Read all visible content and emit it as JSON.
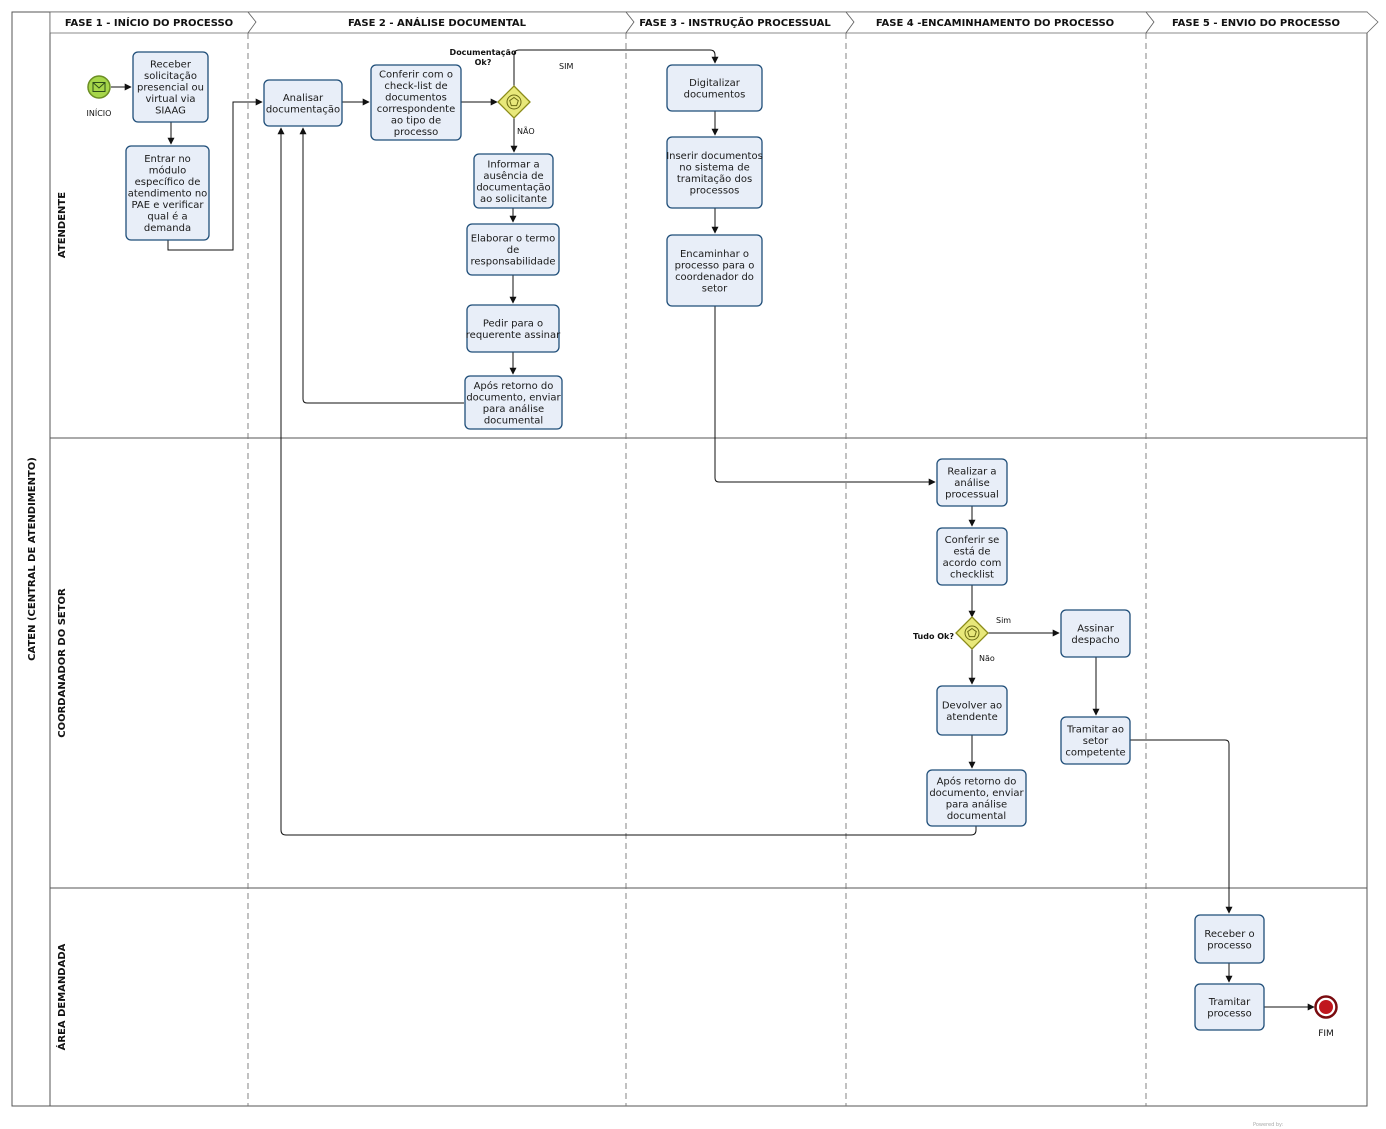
{
  "pool": {
    "title": "CATEN (CENTRAL DE ATENDIMENTO)"
  },
  "lanes": [
    {
      "id": "atendente",
      "title": "ATENDENTE"
    },
    {
      "id": "coordenador",
      "title": "COORDANADOR DO SETOR"
    },
    {
      "id": "area",
      "title": "ÁREA DEMANDADA"
    }
  ],
  "phases": [
    "FASE 1 - INÍCIO DO PROCESSO",
    "FASE 2 - ANÁLISE DOCUMENTAL",
    "FASE 3 - INSTRUÇÃO PROCESSUAL",
    "FASE 4 -ENCAMINHAMENTO DO PROCESSO",
    "FASE 5 - ENVIO DO PROCESSO"
  ],
  "events": {
    "start": {
      "label": "INÍCIO",
      "color": "#a6d64a",
      "icon": "envelope-icon"
    },
    "end": {
      "label": "FIM",
      "color": "#c0171e"
    }
  },
  "tasks": [
    {
      "id": "t1",
      "lines": [
        "Receber",
        "solicitação",
        "presencial ou",
        "virtual via",
        "SIAAG"
      ]
    },
    {
      "id": "t2",
      "lines": [
        "Entrar no",
        "módulo",
        "específico de",
        "atendimento no",
        "PAE e verificar",
        "qual é a",
        "demanda"
      ]
    },
    {
      "id": "t3",
      "lines": [
        "Analisar",
        "documentação"
      ]
    },
    {
      "id": "t4",
      "lines": [
        "Conferir com o",
        "check-list de",
        "documentos",
        "correspondente",
        "ao tipo de",
        "processo"
      ]
    },
    {
      "id": "t5",
      "lines": [
        "Informar a",
        "ausência de",
        "documentação",
        "ao solicitante"
      ]
    },
    {
      "id": "t6",
      "lines": [
        "Elaborar o termo",
        "de",
        "responsabilidade"
      ]
    },
    {
      "id": "t7",
      "lines": [
        "Pedir para o",
        "requerente assinar"
      ]
    },
    {
      "id": "t8",
      "lines": [
        "Após retorno do",
        "documento, enviar",
        "para análise",
        "documental"
      ]
    },
    {
      "id": "t9",
      "lines": [
        "Digitalizar",
        "documentos"
      ]
    },
    {
      "id": "t10",
      "lines": [
        "Inserir documentos",
        "no sistema de",
        "tramitação dos",
        "processos"
      ]
    },
    {
      "id": "t11",
      "lines": [
        "Encaminhar o",
        "processo para o",
        "coordenador do",
        "setor"
      ]
    },
    {
      "id": "t12",
      "lines": [
        "Realizar a",
        "análise",
        "processual"
      ]
    },
    {
      "id": "t13",
      "lines": [
        "Conferir se",
        "está de",
        "acordo com",
        "checklist"
      ]
    },
    {
      "id": "t14",
      "lines": [
        "Assinar",
        "despacho"
      ]
    },
    {
      "id": "t15",
      "lines": [
        "Devolver ao",
        "atendente"
      ]
    },
    {
      "id": "t16",
      "lines": [
        "Tramitar ao",
        "setor",
        "competente"
      ]
    },
    {
      "id": "t17",
      "lines": [
        "Após retorno do",
        "documento, enviar",
        "para análise",
        "documental"
      ]
    },
    {
      "id": "t18",
      "lines": [
        "Receber o",
        "processo"
      ]
    },
    {
      "id": "t19",
      "lines": [
        "Tramitar",
        "processo"
      ]
    }
  ],
  "gateways": [
    {
      "id": "g1",
      "lines": [
        "Documentação",
        "Ok?"
      ],
      "color": "#e8e87a"
    },
    {
      "id": "g2",
      "lines": [
        "Tudo Ok?"
      ],
      "color": "#e8e87a"
    }
  ],
  "flow_labels": {
    "g1_yes": "SIM",
    "g1_no": "NÃO",
    "g2_yes": "Sim",
    "g2_no": "Não"
  },
  "footer": {
    "powered": "Powered by:"
  }
}
